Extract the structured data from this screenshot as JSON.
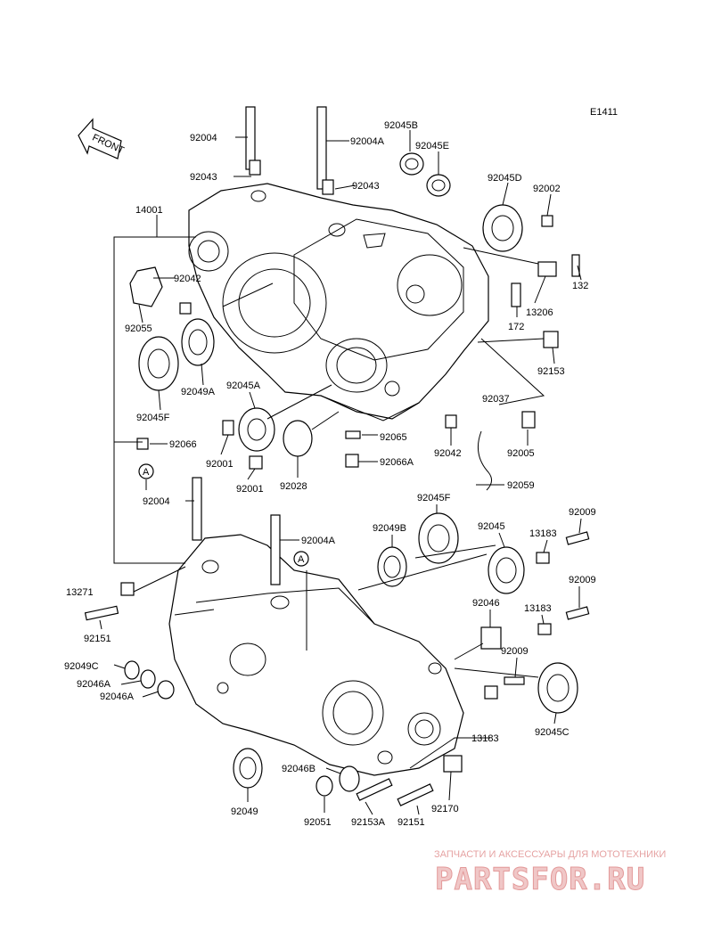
{
  "diagram": {
    "code": "E1411",
    "front_label": "FRONT",
    "callouts": [
      "92004",
      "92043",
      "92004A",
      "92045B",
      "92045E",
      "92043",
      "92045D",
      "92002",
      "14001",
      "132",
      "92042",
      "13206",
      "92055",
      "172",
      "92153",
      "92049A",
      "92045A",
      "92037",
      "92045F",
      "92065",
      "92042",
      "92005",
      "92066",
      "92001",
      "92066A",
      "92001",
      "92028",
      "92059",
      "92004",
      "92004A",
      "92045F",
      "92049B",
      "92045",
      "92009",
      "13183",
      "13271",
      "92009",
      "13183",
      "92151",
      "92046",
      "92049C",
      "92009",
      "92046A",
      "92046A",
      "92045C",
      "13183",
      "92046B",
      "92049",
      "92170",
      "92051",
      "92153A",
      "92151"
    ],
    "ref_marker": "A"
  },
  "watermark": {
    "caption": "ЗАПЧАСТИ И АКСЕССУАРЫ ДЛЯ МОТОТЕХНИКИ",
    "logo_text": "PARTSFOR.RU"
  }
}
